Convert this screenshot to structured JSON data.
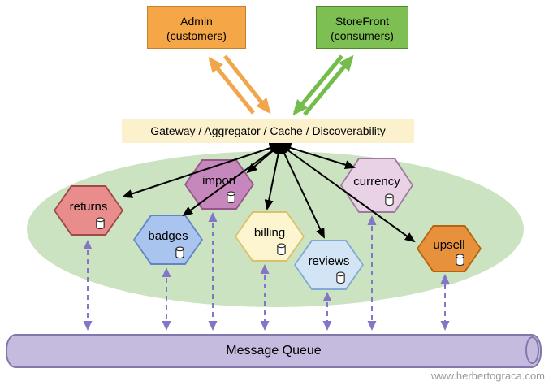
{
  "actors": {
    "admin": {
      "label": "Admin",
      "sublabel": "(customers)"
    },
    "storefront": {
      "label": "StoreFront",
      "sublabel": "(consumers)"
    }
  },
  "gateway": {
    "label": "Gateway / Aggregator / Cache / Discoverability"
  },
  "services": [
    {
      "label": "returns",
      "fill": "#e88c8c",
      "border": "#9e4848"
    },
    {
      "label": "badges",
      "fill": "#a9c5ef",
      "border": "#6584c4"
    },
    {
      "label": "import",
      "fill": "#c687bd",
      "border": "#95568c"
    },
    {
      "label": "billing",
      "fill": "#fdf4d0",
      "border": "#d9c269"
    },
    {
      "label": "reviews",
      "fill": "#d3e5f5",
      "border": "#84a9d4"
    },
    {
      "label": "currency",
      "fill": "#e9d2e6",
      "border": "#9f79a0"
    },
    {
      "label": "upsell",
      "fill": "#e8913c",
      "border": "#b5650f"
    }
  ],
  "queue": {
    "label": "Message Queue"
  },
  "watermark": "www.herbertograca.com",
  "colors": {
    "admin_fill": "#f5a647",
    "admin_border": "#c67f2f",
    "storefront_fill": "#7dbf52",
    "storefront_border": "#4e8a2a",
    "gateway_fill": "#fbf1cd",
    "ellipse_fill": "#cbe3c0",
    "queue_fill": "#c5bbdf",
    "queue_border": "#8177ab",
    "arrow_admin": "#f2a64b",
    "arrow_storefront": "#74bc4c",
    "arrow_black": "#000000",
    "arrow_queue_dashed": "#8376c6"
  }
}
